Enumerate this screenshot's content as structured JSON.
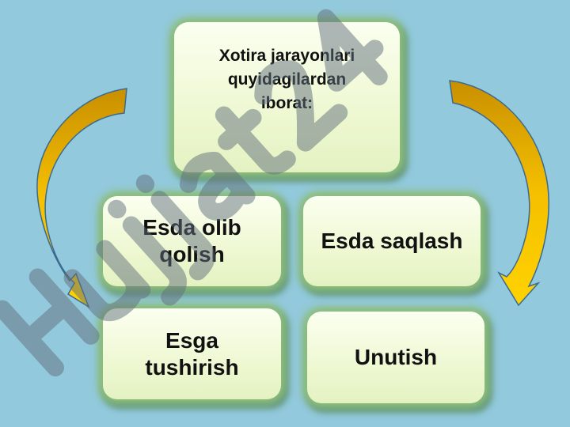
{
  "title": "Xotira jarayonlari\nquyidagilardan\niborat:",
  "items": [
    "Esda olib\nqolish",
    "Esda saqlash",
    "Esga\ntushirish",
    "Unutish"
  ],
  "watermark": "Hujjat24",
  "colors": {
    "background": "#92c9dc",
    "box": "#eef8d2",
    "glow": "#8fc07a",
    "arrow": "#f2b400",
    "watermark": "#6e7e8c"
  }
}
